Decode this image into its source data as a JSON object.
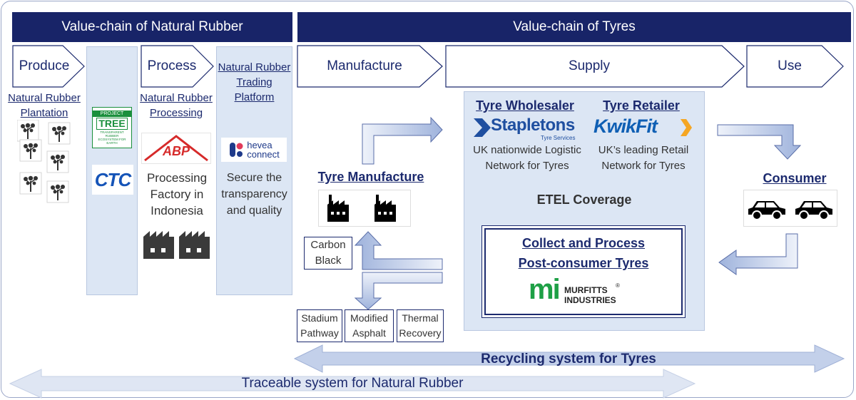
{
  "headers": {
    "natural_rubber": "Value-chain of Natural Rubber",
    "tyres": "Value-chain of Tyres"
  },
  "stages": {
    "produce": "Produce",
    "process": "Process",
    "manufacture": "Manufacture",
    "supply": "Supply",
    "use": "Use"
  },
  "rubber": {
    "plantation_title": "Natural Rubber Plantation",
    "project_tree_logo": [
      "PROJECT",
      "TREE",
      "TRANSPARENT",
      "RUBBER",
      "ECOSYSTEM FOR",
      "EARTH"
    ],
    "ctc_logo": "CTC",
    "processing_title": "Natural Rubber Processing",
    "abp_logo": "ABP",
    "processing_desc": "Processing Factory in Indonesia",
    "trading_title": "Natural Rubber Trading Platform",
    "hevea_logo": [
      "hevea",
      "connect"
    ],
    "trading_desc": "Secure the transparency and quality"
  },
  "tyres": {
    "manufacture_title": "Tyre Manufacture",
    "wholesaler_title": "Tyre Wholesaler",
    "stapletons_logo": "Stapletons",
    "stapletons_sub": "Tyre Services",
    "wholesaler_desc": "UK nationwide Logistic Network for Tyres",
    "retailer_title": "Tyre Retailer",
    "kwikfit_logo": "KwikFit",
    "retailer_desc": "UK’s leading Retail Network for Tyres",
    "coverage": "ETEL Coverage",
    "consumer_title": "Consumer",
    "collect_title_1": "Collect and Process",
    "collect_title_2": "Post-consumer Tyres",
    "murfitts_logo": "mi",
    "murfitts_name_1": "MURFITTS",
    "murfitts_name_2": "INDUSTRIES",
    "murfitts_reg": "®",
    "carbon_black": "Carbon Black",
    "outputs": [
      "Stadium Pathway",
      "Modified Asphalt",
      "Thermal Recovery"
    ]
  },
  "systems": {
    "recycling": "Recycling system for Tyres",
    "traceable": "Traceable system for Natural Rubber"
  },
  "colors": {
    "navy": "#182468",
    "panel": "#dce6f4",
    "arrow_fill": "#c3d0ea",
    "project_tree_green": "#1a8f3c",
    "ctc_blue": "#1554b8",
    "abp_red": "#d62a2a",
    "stapletons_blue": "#1f4fa0",
    "kwikfit_blue": "#0f5fb4",
    "kwikfit_orange": "#f5a623",
    "murfitts_green": "#1ea046"
  },
  "icons": [
    "tree-icon",
    "factory-icon",
    "car-icon",
    "flow-arrow-icon"
  ]
}
